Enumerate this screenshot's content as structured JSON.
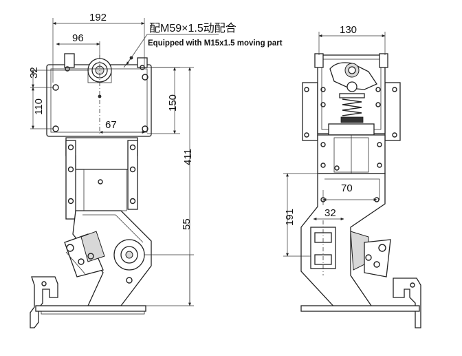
{
  "annotations": {
    "note_cn": "配M59×1.5动配合",
    "note_en": "Equipped with M15x1.5 moving part"
  },
  "dimensions": {
    "left_view": [
      "192",
      "96",
      "32",
      "110",
      "150",
      "67",
      "411",
      "55"
    ],
    "right_view": [
      "130",
      "70",
      "191",
      "32"
    ]
  }
}
